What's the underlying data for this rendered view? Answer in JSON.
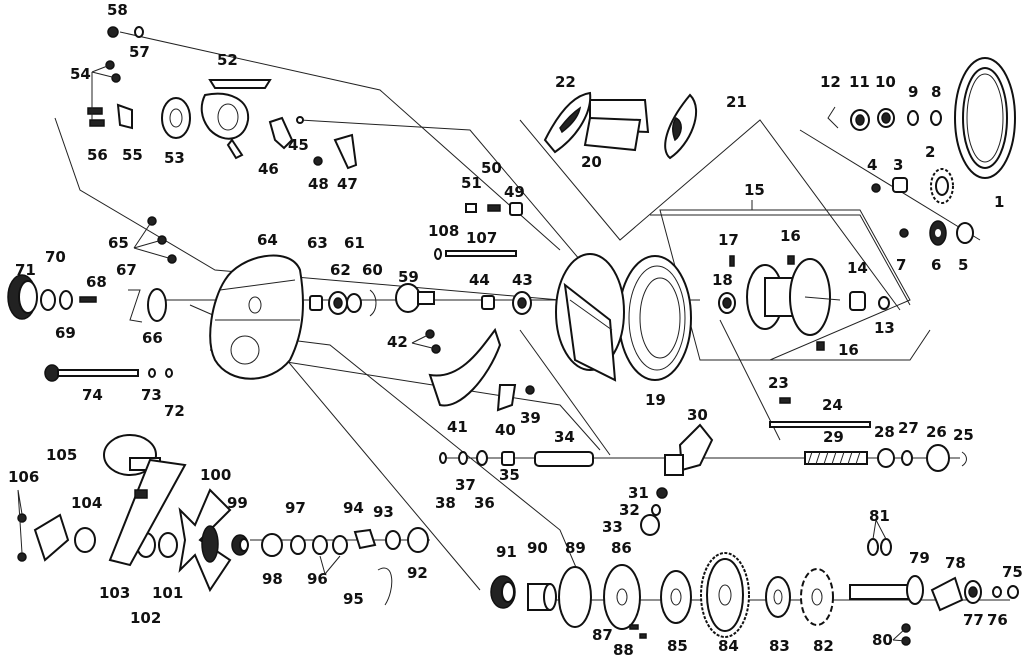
{
  "diagram": {
    "part_numbers": [
      "1",
      "2",
      "3",
      "4",
      "5",
      "6",
      "7",
      "8",
      "9",
      "10",
      "11",
      "12",
      "13",
      "14",
      "15",
      "16",
      "17",
      "18",
      "19",
      "20",
      "21",
      "22",
      "23",
      "24",
      "25",
      "26",
      "27",
      "28",
      "29",
      "30",
      "31",
      "32",
      "33",
      "34",
      "35",
      "36",
      "37",
      "38",
      "39",
      "40",
      "41",
      "42",
      "43",
      "44",
      "45",
      "46",
      "47",
      "48",
      "49",
      "50",
      "51",
      "52",
      "53",
      "54",
      "55",
      "56",
      "57",
      "58",
      "59",
      "60",
      "61",
      "62",
      "63",
      "64",
      "65",
      "66",
      "67",
      "68",
      "69",
      "70",
      "71",
      "72",
      "73",
      "74",
      "75",
      "76",
      "77",
      "78",
      "79",
      "80",
      "81",
      "82",
      "83",
      "84",
      "85",
      "86",
      "87",
      "88",
      "89",
      "90",
      "91",
      "92",
      "93",
      "94",
      "95",
      "96",
      "97",
      "98",
      "99",
      "100",
      "101",
      "102",
      "103",
      "104",
      "105",
      "106",
      "107",
      "108"
    ]
  }
}
